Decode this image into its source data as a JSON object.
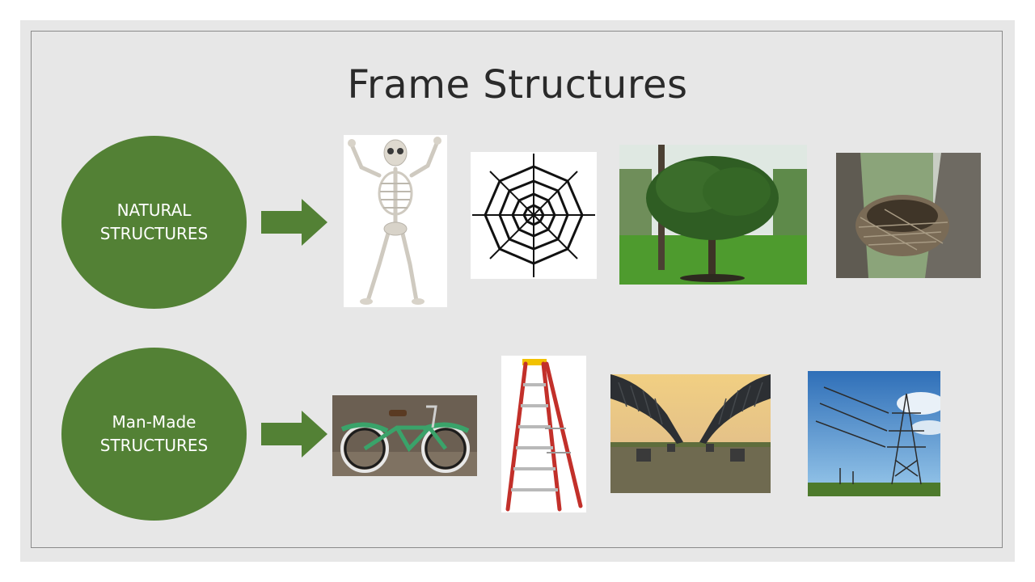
{
  "slide": {
    "title": "Frame Structures",
    "rows": [
      {
        "label_line1": "NATURAL",
        "label_line2": "STRUCTURES",
        "images": [
          "skeleton",
          "spider-web",
          "tree",
          "bird-nest"
        ]
      },
      {
        "label_line1": "Man-Made",
        "label_line2": "STRUCTURES",
        "images": [
          "bicycle",
          "ladder",
          "bridge",
          "power-pylon"
        ]
      }
    ]
  },
  "colors": {
    "background": "#e7e7e7",
    "circle_fill": "#538135",
    "arrow_fill": "#538135",
    "title_text": "#2a2a2a",
    "circle_text": "#ffffff"
  }
}
